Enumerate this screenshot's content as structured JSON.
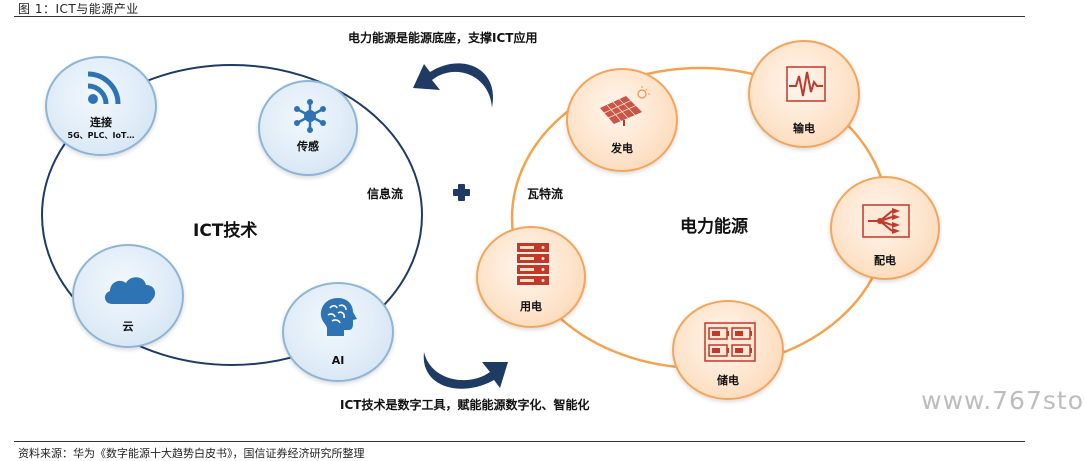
{
  "figure": {
    "title": "图 1：ICT与能源产业",
    "source": "资料来源：华为《数字能源十大趋势白皮书》，国信证券经济研究所整理",
    "watermark": "www.767sto"
  },
  "diagram": {
    "top_caption": "电力能源是能源底座，支撑ICT应用",
    "bottom_caption": "ICT技术是数字工具，赋能能源数字化、智能化",
    "info_flow_label": "信息流",
    "watt_flow_label": "瓦特流",
    "ict_group_label": "ICT技术",
    "energy_group_label": "电力能源",
    "ict_nodes": {
      "connect": {
        "label": "连接",
        "sub": "5G、PLC、IoT…",
        "icon": "wifi-icon"
      },
      "sensing": {
        "label": "传感",
        "icon": "network-hub-icon"
      },
      "cloud": {
        "label": "云",
        "icon": "cloud-icon"
      },
      "ai": {
        "label": "AI",
        "icon": "brain-head-icon"
      }
    },
    "energy_nodes": {
      "generation": {
        "label": "发电",
        "icon": "solar-panel-icon"
      },
      "transmission": {
        "label": "输电",
        "icon": "waveform-icon"
      },
      "distribution": {
        "label": "配电",
        "icon": "distribution-icon"
      },
      "storage": {
        "label": "储电",
        "icon": "battery-icon"
      },
      "consumption": {
        "label": "用电",
        "icon": "server-rack-icon"
      }
    },
    "colors": {
      "ict_ring": "#1f3a63",
      "energy_ring": "#f4a24e",
      "ict_icon": "#2e74b5",
      "energy_icon": "#c0392b",
      "arrow": "#1f3a63"
    }
  }
}
